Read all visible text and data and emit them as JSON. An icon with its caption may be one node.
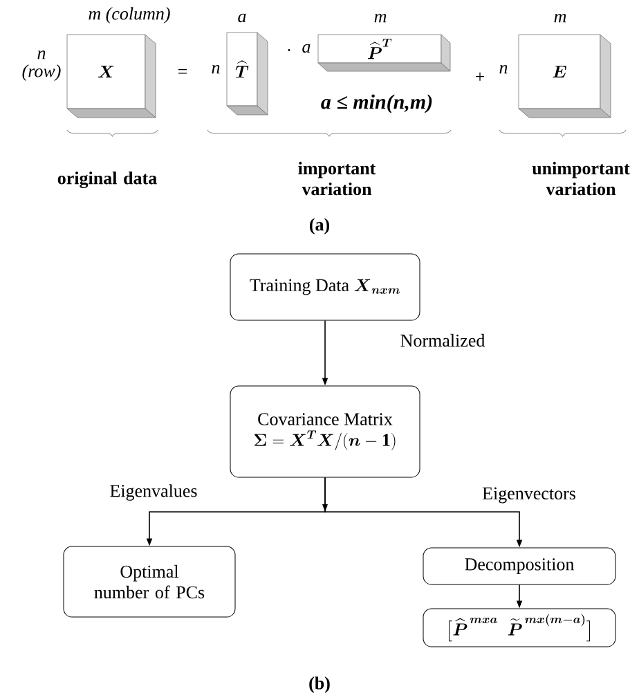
{
  "diagram": {
    "nodes": [
      {
        "text": [
          "\\boldsymbol{X}"
        ],
        "beside": [
          "m (column)",
          "n (row)"
        ]
      },
      {
        "text": [
          "\\widehat{\\boldsymbol{T}}"
        ],
        "beside": [
          "a",
          "n"
        ]
      },
      {
        "text": [
          "\\widehat{\\boldsymbol{P}}^{\\boldsymbol{T}}"
        ],
        "beside": [
          "m",
          "a"
        ]
      },
      {
        "text": [
          "\\boldsymbol{E}"
        ],
        "beside": [
          "m",
          "n"
        ]
      },
      {
        "text": [
          "\\text{Training Data }\\boldsymbol{X}_{\\boldsymbol{nxm}}"
        ]
      },
      {
        "text": [
          "Covariance Matrix",
          "\\boldsymbol{\\Sigma}=\\boldsymbol{X}^{\\boldsymbol{T}}\\boldsymbol{X}/(\\boldsymbol{n}-\\mathbf{1})"
        ]
      },
      {
        "text": [
          "Optimal number of PCs"
        ]
      },
      {
        "text": [
          "Decomposition"
        ]
      },
      {
        "text": [
          "\\big[\\widehat{\\boldsymbol{P}}^{\\,\\boldsymbol{mxa}}\\;\\;\\widetilde{\\boldsymbol{P}}^{\\,\\boldsymbol{mx(m-a)}}\\big]"
        ]
      }
    ],
    "edges": [
      {
        "from": 4,
        "to": 5,
        "arrow": "to",
        "label": "Normalized"
      },
      {
        "from": 5,
        "to": 6,
        "arrow": "to",
        "label": "Eigenvalues"
      },
      {
        "from": 5,
        "to": 7,
        "arrow": "to",
        "label": "Eigenvectors"
      },
      {
        "from": 7,
        "to": 8,
        "arrow": "to"
      }
    ],
    "labels": [
      "=",
      "·",
      "a ≤ min(n,m)",
      "+",
      "original data",
      "important variation",
      "unimportant variation",
      "(a)",
      "(b)"
    ]
  }
}
